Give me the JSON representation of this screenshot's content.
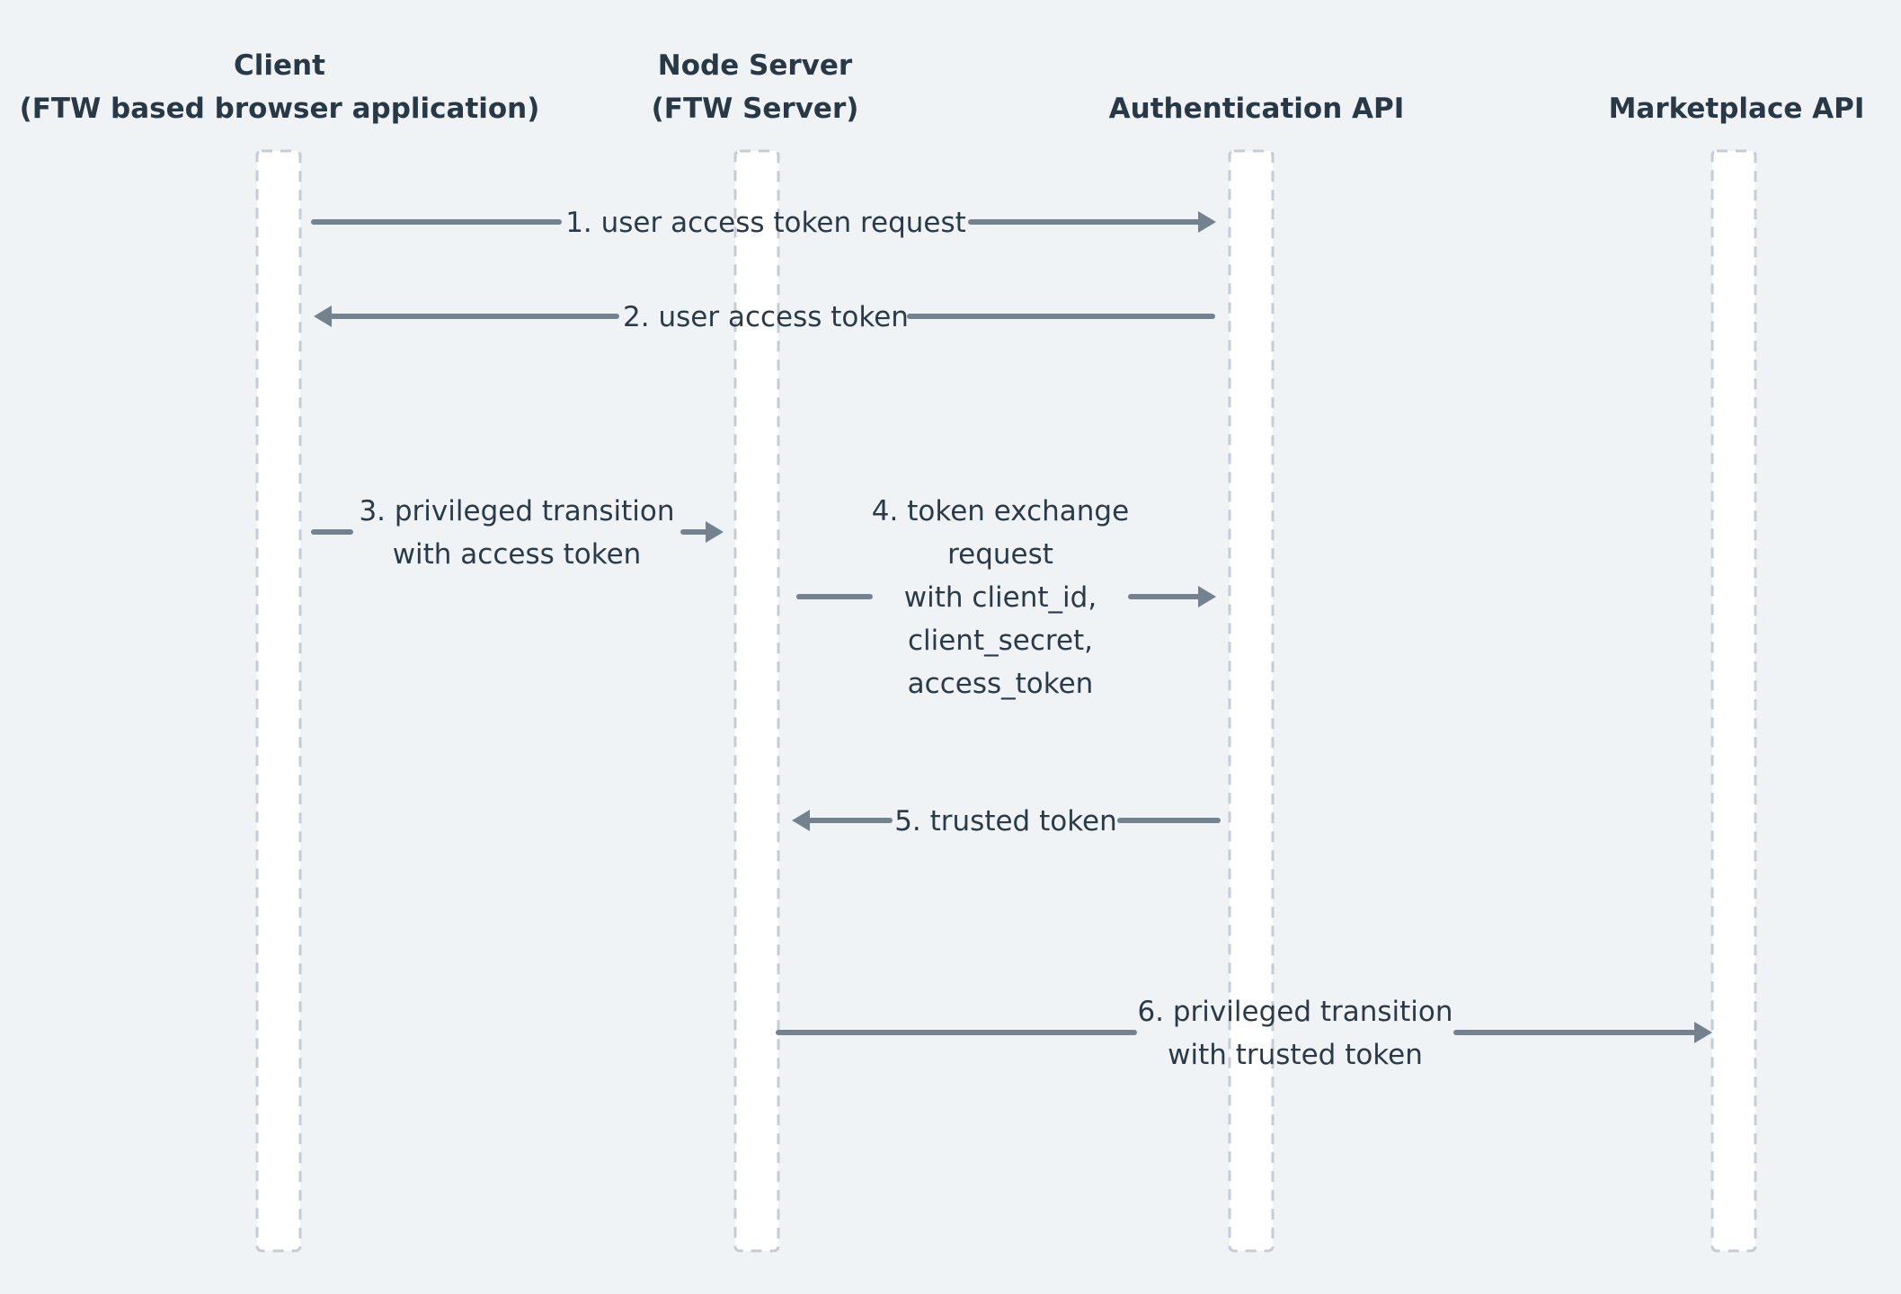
{
  "actors": [
    {
      "id": "client",
      "lines": [
        "Client",
        "(FTW based browser application)"
      ]
    },
    {
      "id": "node-server",
      "lines": [
        "Node Server",
        "(FTW Server)"
      ]
    },
    {
      "id": "auth-api",
      "lines": [
        "Authentication API"
      ]
    },
    {
      "id": "marketplace-api",
      "lines": [
        "Marketplace API"
      ]
    }
  ],
  "messages": [
    {
      "id": "msg-1",
      "from": "client",
      "to": "auth-api",
      "lines": [
        "1. user access token request"
      ]
    },
    {
      "id": "msg-2",
      "from": "auth-api",
      "to": "client",
      "lines": [
        "2. user access token"
      ]
    },
    {
      "id": "msg-3",
      "from": "client",
      "to": "node-server",
      "lines": [
        "3. privileged transition",
        "with access token"
      ]
    },
    {
      "id": "msg-4",
      "from": "node-server",
      "to": "auth-api",
      "lines": [
        "4. token exchange",
        "request",
        "with client_id,",
        "client_secret,",
        "access_token"
      ]
    },
    {
      "id": "msg-5",
      "from": "auth-api",
      "to": "node-server",
      "lines": [
        "5. trusted token"
      ]
    },
    {
      "id": "msg-6",
      "from": "node-server",
      "to": "marketplace-api",
      "lines": [
        "6. privileged transition",
        "with trusted token"
      ]
    }
  ],
  "colors": {
    "background": "#eff3f6",
    "arrow": "#748290",
    "lifeline_border": "#c5ccd3",
    "text": "#283845"
  }
}
